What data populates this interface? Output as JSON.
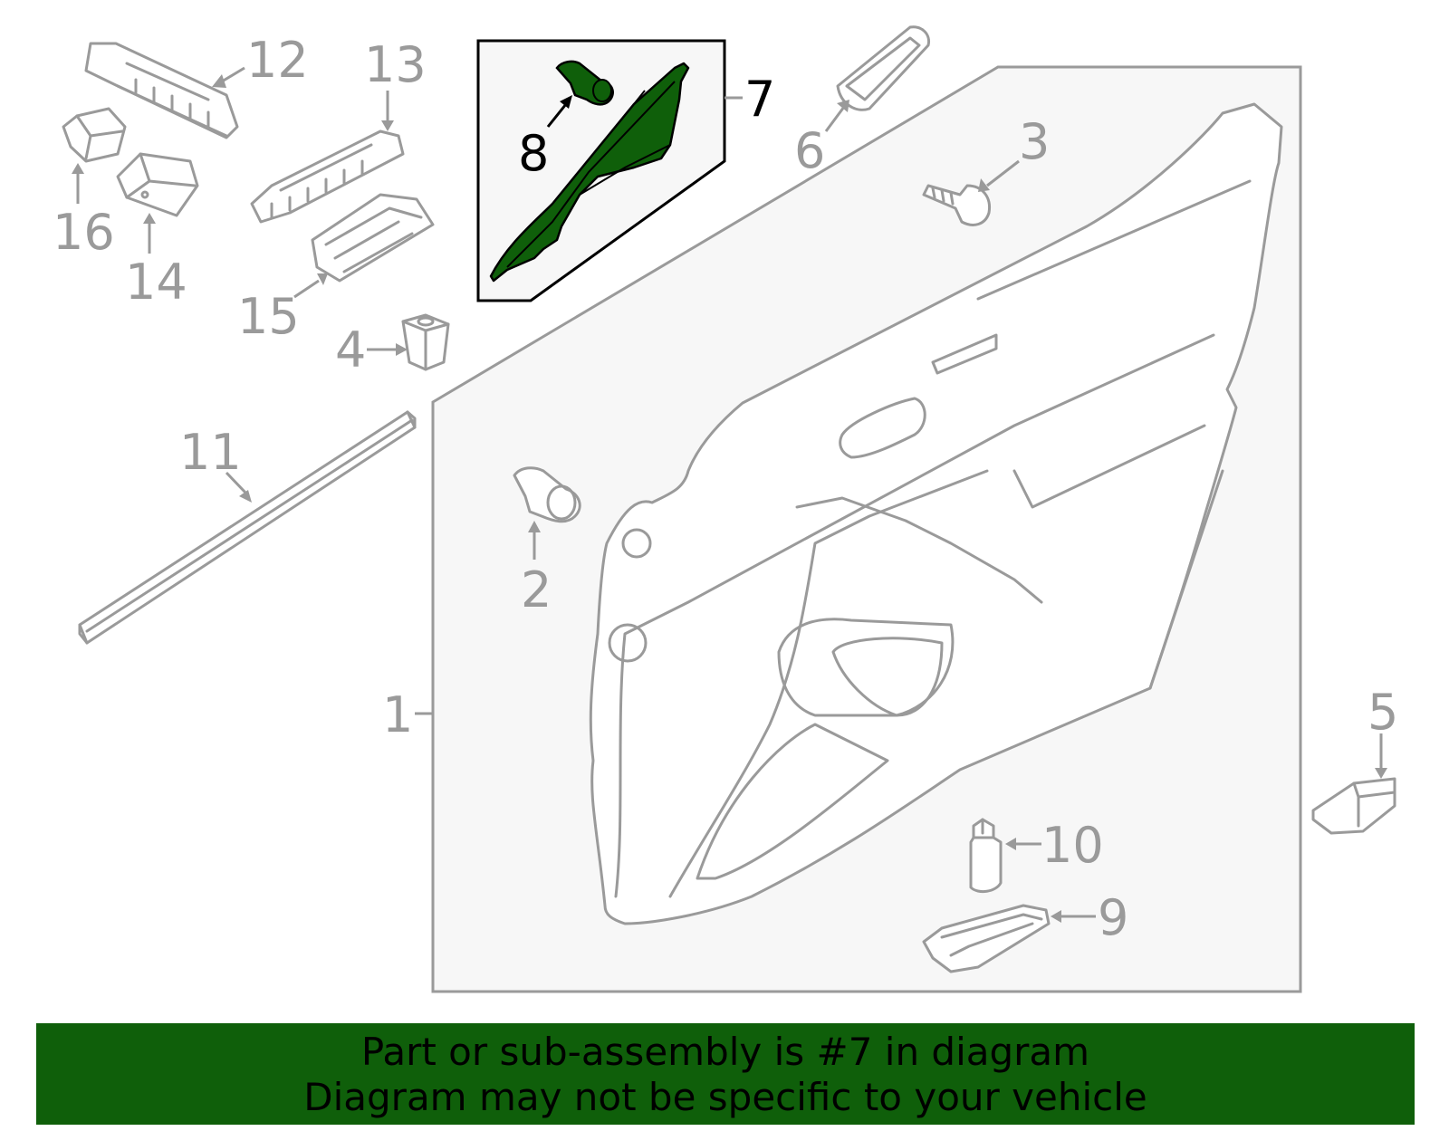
{
  "colors": {
    "banner_bg": "#0f5f0a",
    "highlight_part": "#0f5f0a",
    "outline_gray": "#9a9a9a",
    "panel_fill": "#f7f7f7"
  },
  "callouts": {
    "c1": "1",
    "c2": "2",
    "c3": "3",
    "c4": "4",
    "c5": "5",
    "c6": "6",
    "c7": "7",
    "c8": "8",
    "c9": "9",
    "c10": "10",
    "c11": "11",
    "c12": "12",
    "c13": "13",
    "c14": "14",
    "c15": "15",
    "c16": "16"
  },
  "banner": {
    "line1": "Part or sub-assembly is #7 in diagram",
    "line2": "Diagram may not be specific to your vehicle"
  }
}
